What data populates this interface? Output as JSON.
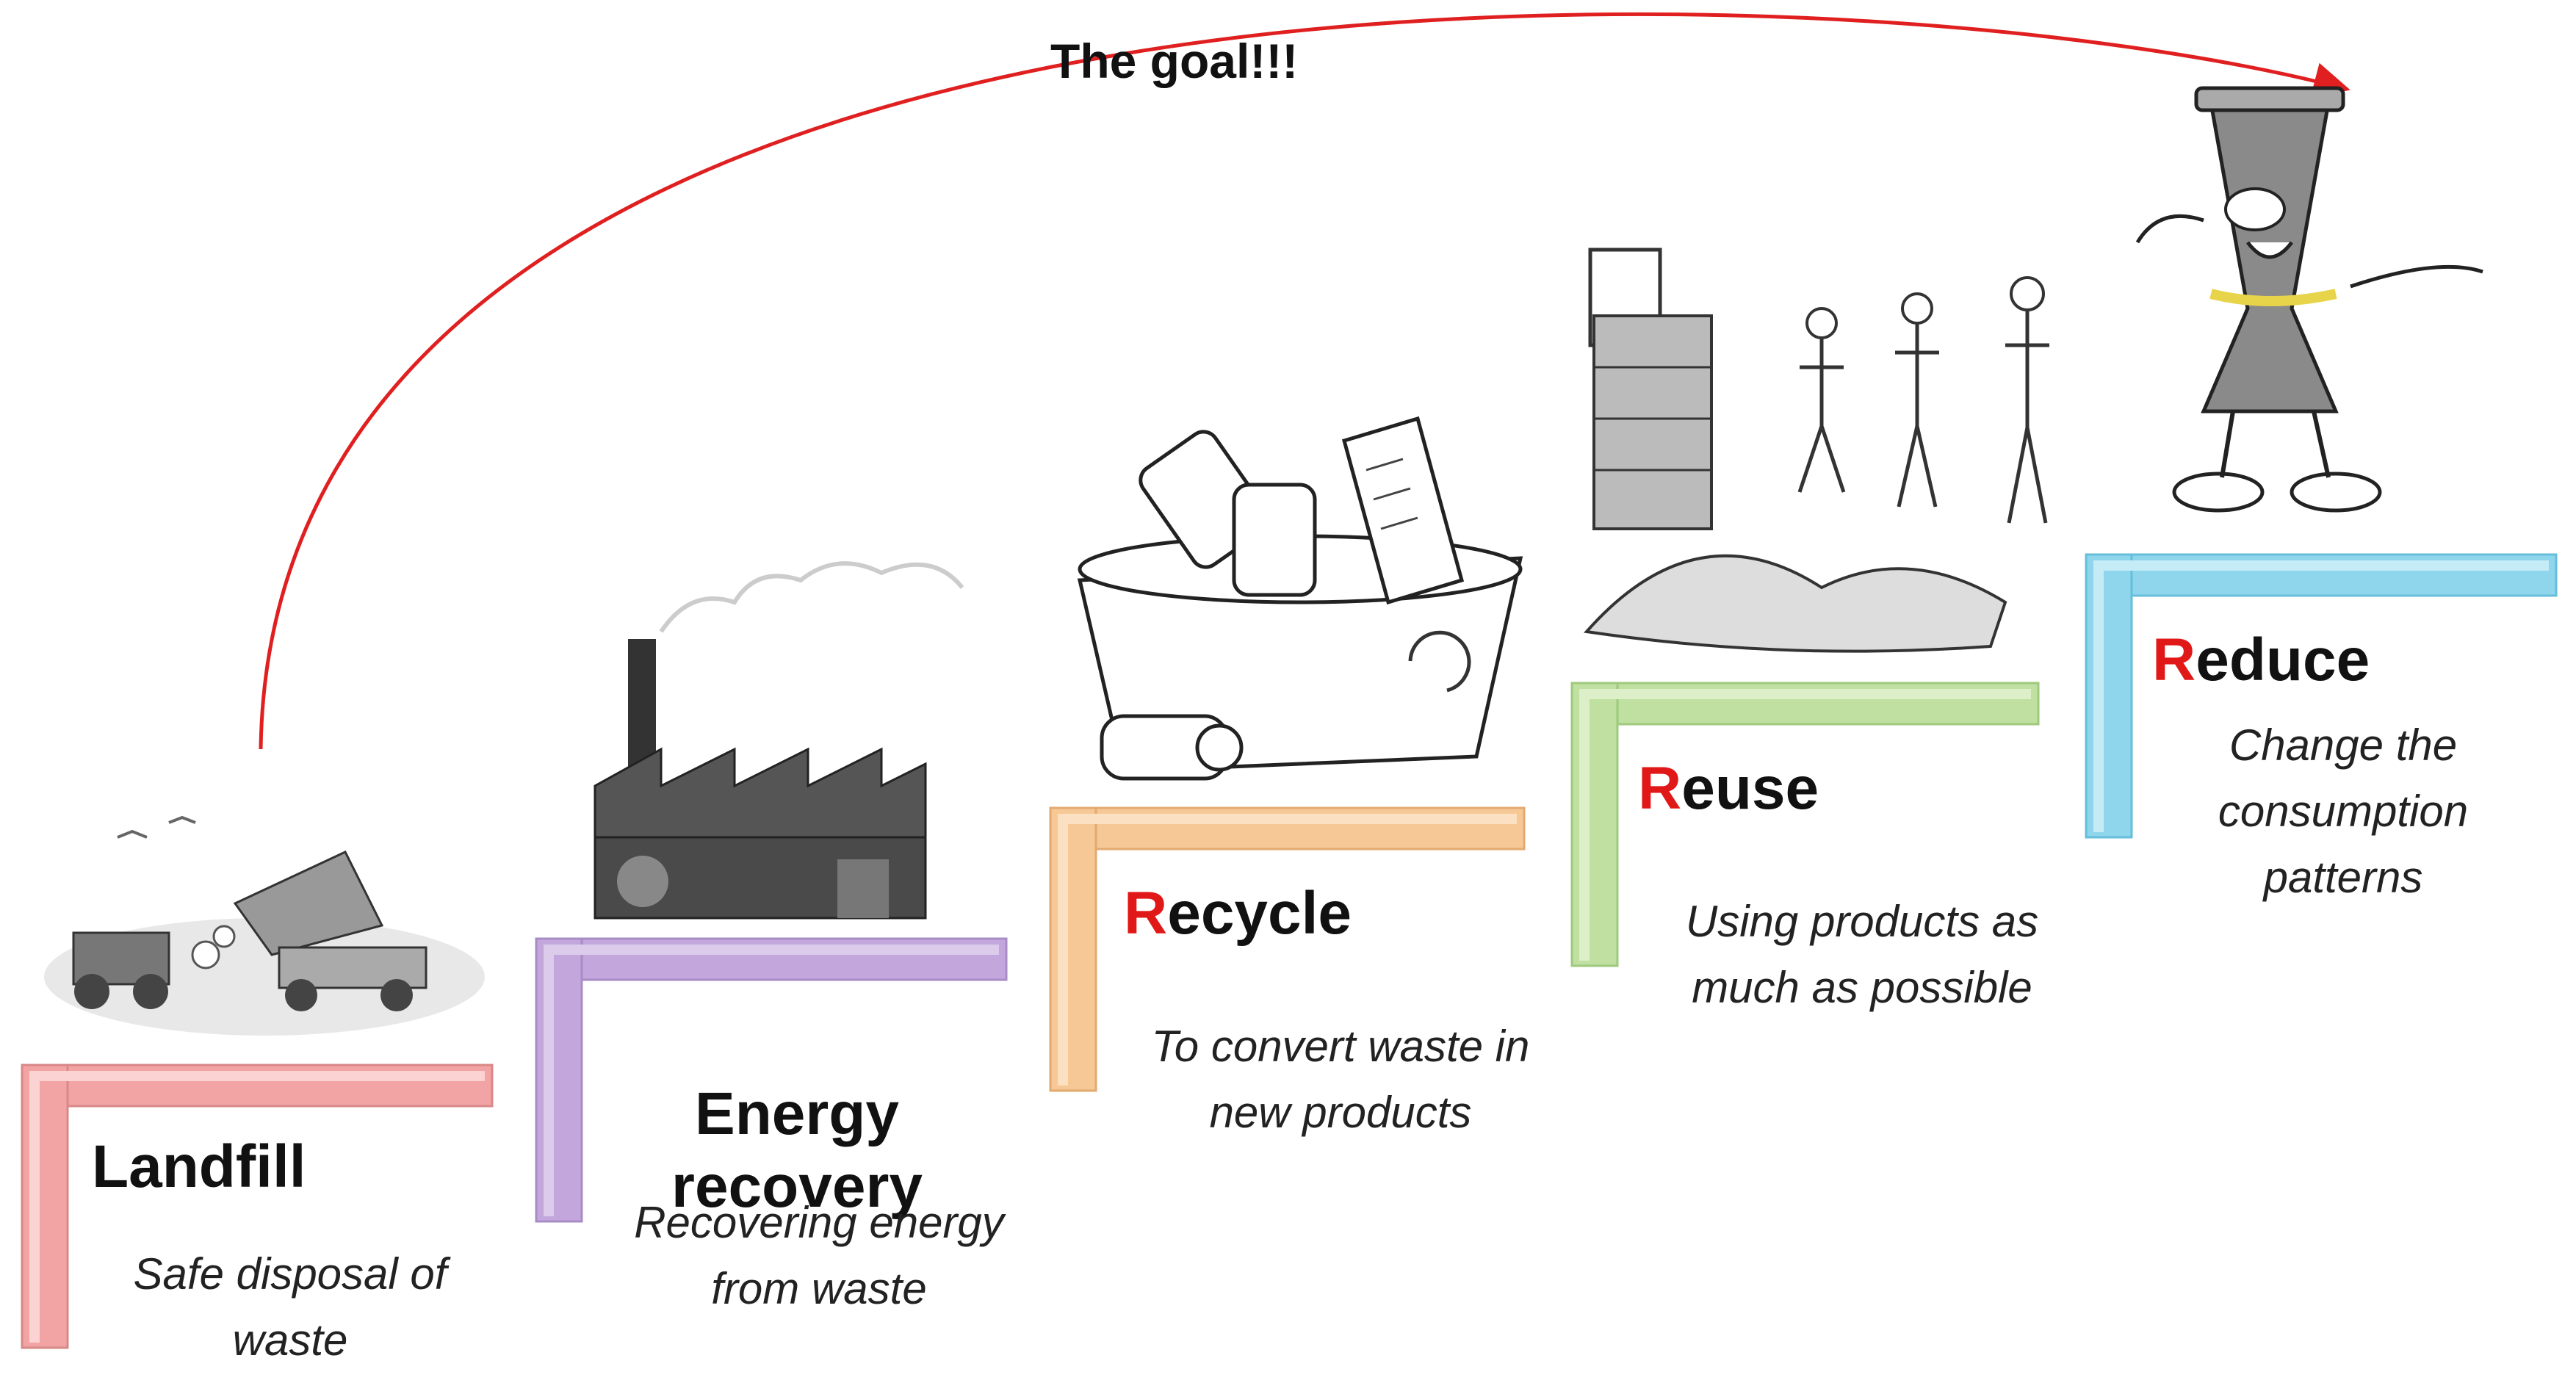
{
  "goal_label": "The goal!!!",
  "steps": [
    {
      "name": "landfill",
      "title_initial": "",
      "title_rest": "Landfill",
      "desc": "Safe disposal of\nwaste",
      "color": "#f2a3a3"
    },
    {
      "name": "energy-recovery",
      "title_initial": "",
      "title_rest": "Energy\nrecovery",
      "desc": "Recovering energy\nfrom waste",
      "color": "#c3a6dc"
    },
    {
      "name": "recycle",
      "title_initial": "R",
      "title_rest": "ecycle",
      "desc": "To convert waste in\nnew products",
      "color": "#f6c896"
    },
    {
      "name": "reuse",
      "title_initial": "R",
      "title_rest": "euse",
      "desc": "Using products as\nmuch as possible",
      "color": "#bfe0a0"
    },
    {
      "name": "reduce",
      "title_initial": "R",
      "title_rest": "educe",
      "desc": "Change the\nconsumption\npatterns",
      "color": "#8fd6ec"
    }
  ],
  "accent_color": "#e01818",
  "arrow_color": "#e02020"
}
